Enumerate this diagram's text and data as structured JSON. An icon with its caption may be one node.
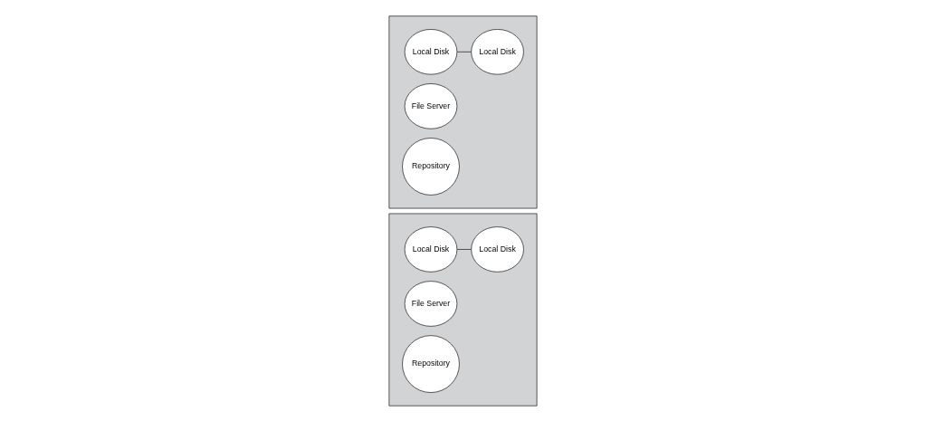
{
  "diagram": {
    "nodes": [
      {
        "text": [],
        "shape": "band"
      },
      {
        "text": [
          "Local Disk"
        ],
        "in": 0
      },
      {
        "text": [
          "Local Disk"
        ],
        "in": 0
      },
      {
        "text": [
          "File Server"
        ],
        "in": 0
      },
      {
        "text": [
          "Repository"
        ],
        "in": 0
      },
      {
        "text": [],
        "shape": "band"
      },
      {
        "text": [
          "Local Disk"
        ],
        "in": 5
      },
      {
        "text": [
          "Local Disk"
        ],
        "in": 5
      },
      {
        "text": [
          "File Server"
        ],
        "in": 5
      },
      {
        "text": [
          "Repository"
        ],
        "in": 5
      }
    ],
    "edges": [
      {
        "from": 1,
        "to": 2,
        "arrow": "none"
      },
      {
        "from": 6,
        "to": 7,
        "arrow": "none"
      }
    ]
  }
}
